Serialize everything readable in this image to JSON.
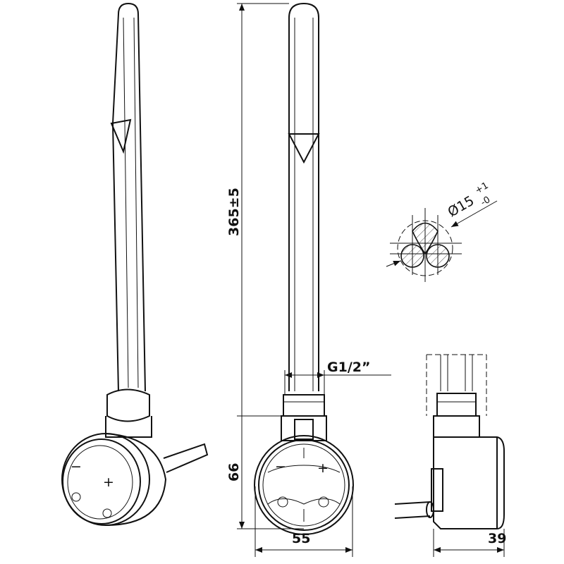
{
  "dimensions": {
    "total_length": "365±5",
    "head_height": "66",
    "head_width": "55",
    "side_depth": "39",
    "thread": "G1/2”",
    "diameter": "Ø15",
    "diameter_tol_upper": "+1",
    "diameter_tol_lower": "-0"
  },
  "dial": {
    "minus": "−",
    "plus": "+"
  }
}
